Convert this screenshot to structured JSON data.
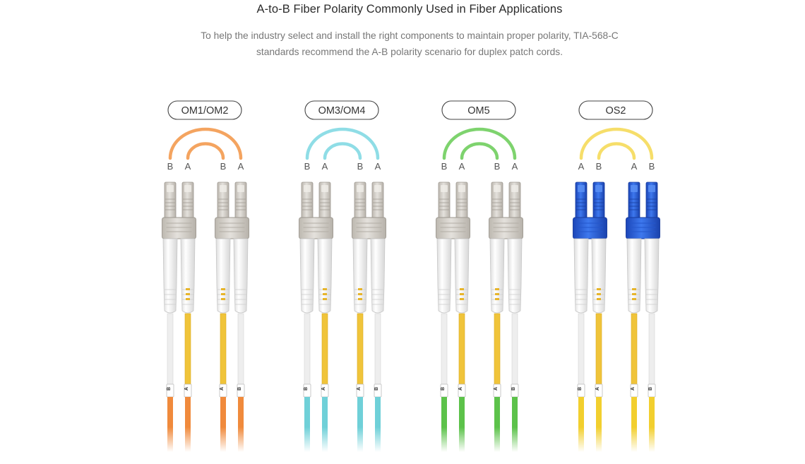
{
  "header": {
    "title": "A-to-B Fiber Polarity Commonly Used in Fiber Applications",
    "subtitle_line1": "To help the industry select and install the right components to maintain proper polarity, TIA-568-C",
    "subtitle_line2": "standards recommend the A-B polarity scenario for duplex patch cords."
  },
  "cables": [
    {
      "label": "OM1/OM2",
      "arc_color": "#f4a460",
      "jacket_color": "#f08a3c",
      "connector": "beige",
      "top_letters": [
        "B",
        "A",
        "B",
        "A"
      ],
      "tag_letters": [
        "B",
        "A",
        "A",
        "B"
      ]
    },
    {
      "label": "OM3/OM4",
      "arc_color": "#8fdde6",
      "jacket_color": "#6fd0d8",
      "connector": "beige",
      "top_letters": [
        "B",
        "A",
        "B",
        "A"
      ],
      "tag_letters": [
        "B",
        "A",
        "A",
        "B"
      ]
    },
    {
      "label": "OM5",
      "arc_color": "#7ed36e",
      "jacket_color": "#5cc24a",
      "connector": "beige",
      "top_letters": [
        "B",
        "A",
        "B",
        "A"
      ],
      "tag_letters": [
        "B",
        "A",
        "A",
        "B"
      ]
    },
    {
      "label": "OS2",
      "arc_color": "#f6de6a",
      "jacket_color": "#f2cf2e",
      "connector": "blue",
      "top_letters": [
        "A",
        "B",
        "A",
        "B"
      ],
      "tag_letters": [
        "B",
        "A",
        "A",
        "B"
      ]
    }
  ],
  "colors": {
    "core_white": "#eeeeee",
    "core_yellow": "#f0c43a",
    "boot_white": "#f4f4f4",
    "connector_beige": "#d7d3cc",
    "connector_blue": "#2a5fd8"
  }
}
